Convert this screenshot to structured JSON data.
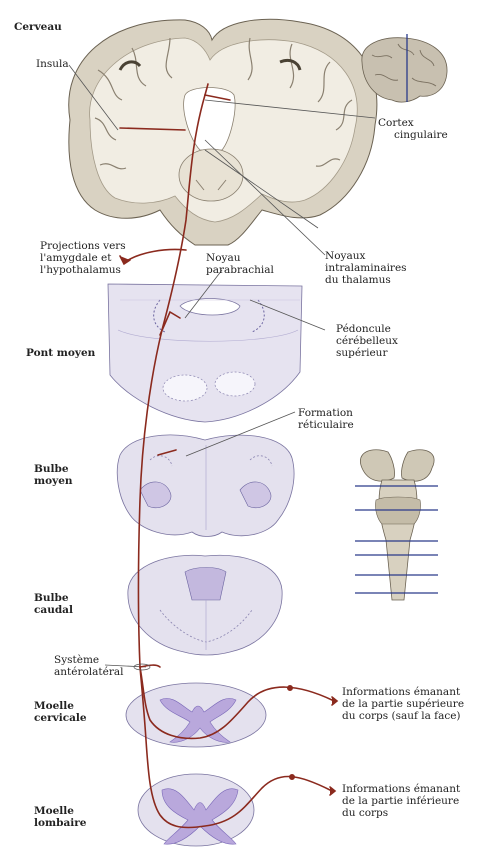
{
  "labels": {
    "cerveau": "Cerveau",
    "insula": "Insula",
    "cortex_cingulaire": [
      "Cortex",
      "cingulaire"
    ],
    "noyaux_intralaminaires": [
      "Noyaux",
      "intralaminaires",
      "du thalamus"
    ],
    "projections": [
      "Projections vers",
      "l'amygdale et",
      "l'hypothalamus"
    ],
    "noyau_parabrachial": [
      "Noyau",
      "parabrachial"
    ],
    "pedoncule": [
      "Pédoncule",
      "cérébelleux",
      "supérieur"
    ],
    "pont_moyen": "Pont moyen",
    "formation_reticulaire": [
      "Formation",
      "réticulaire"
    ],
    "bulbe_moyen": [
      "Bulbe",
      "moyen"
    ],
    "bulbe_caudal": [
      "Bulbe",
      "caudal"
    ],
    "systeme_anterolateral": [
      "Système",
      "antérolatéral"
    ],
    "moelle_cervicale": [
      "Moelle",
      "cervicale"
    ],
    "moelle_lombaire": [
      "Moelle",
      "lombaire"
    ],
    "info_superieure": [
      "Informations émanant",
      "de la partie supérieure",
      "du corps (sauf la face)"
    ],
    "info_inferieure": [
      "Informations émanant",
      "de la partie inférieure",
      "du corps"
    ]
  },
  "colors": {
    "pathway": "#8b2a1e",
    "tissue": "#e4e2ef",
    "gray_matter": "#b7a9d6",
    "brain": "#dcd6c8",
    "cut_line": "#2a3a8a"
  }
}
